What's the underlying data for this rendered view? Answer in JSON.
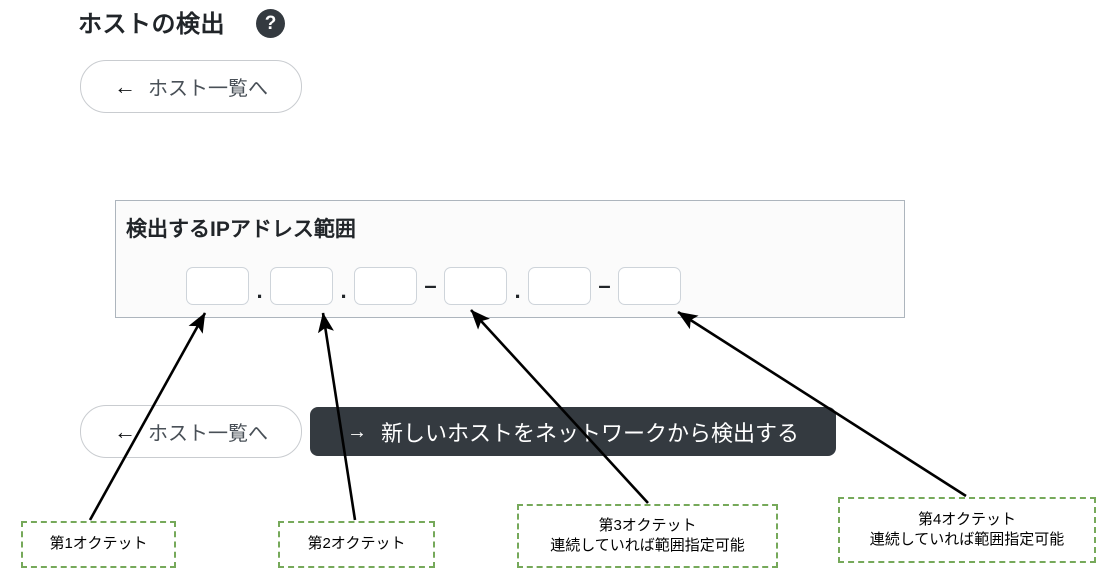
{
  "header": {
    "title": "ホストの検出",
    "help_icon_label": "?",
    "help_icon_name": "question-mark-icon"
  },
  "buttons": {
    "back_top": {
      "arrow": "←",
      "label": "ホスト一覧へ"
    },
    "back_bottom": {
      "arrow": "←",
      "label": "ホスト一覧へ"
    },
    "discover": {
      "arrow": "→",
      "label": "新しいホストをネットワークから検出する"
    }
  },
  "panel": {
    "title": "検出するIPアドレス範囲",
    "separators": {
      "dot": ".",
      "dash": "–"
    },
    "octets": [
      {
        "name": "octet-1",
        "value": "",
        "placeholder": ""
      },
      {
        "name": "octet-2",
        "value": "",
        "placeholder": ""
      },
      {
        "name": "octet-3-start",
        "value": "",
        "placeholder": ""
      },
      {
        "name": "octet-3-end",
        "value": "",
        "placeholder": ""
      },
      {
        "name": "octet-4-start",
        "value": "",
        "placeholder": ""
      },
      {
        "name": "octet-4-end",
        "value": "",
        "placeholder": ""
      }
    ]
  },
  "annotations": [
    {
      "line1": "第1オクテット",
      "line2": ""
    },
    {
      "line1": "第2オクテット",
      "line2": ""
    },
    {
      "line1": "第3オクテット",
      "line2": "連続していれば範囲指定可能"
    },
    {
      "line1": "第4オクテット",
      "line2": "連続していれば範囲指定可能"
    }
  ],
  "colors": {
    "dark_button": "#343a40",
    "annotation_border": "#76a95a",
    "panel_border": "#adb5bd",
    "panel_background": "#fbfbfb",
    "arrow": "#000000"
  }
}
